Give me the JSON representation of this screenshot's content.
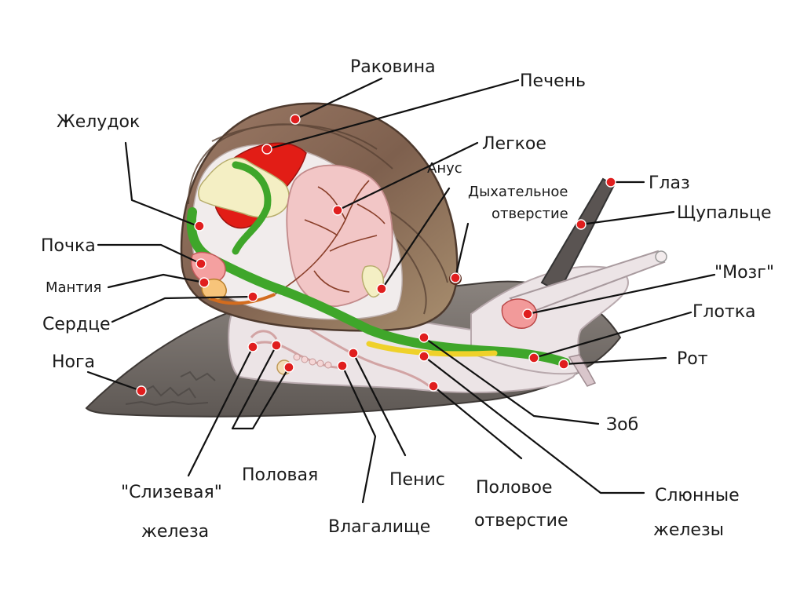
{
  "labels": {
    "shell": "Раковина",
    "liver": "Печень",
    "stomach": "Желудок",
    "lung": "Легкое",
    "anus": "Анус",
    "breathing_pore_1": "Дыхательное",
    "breathing_pore_2": "отверстие",
    "eye": "Глаз",
    "tentacle": "Щупальце",
    "brain": "\"Мозг\"",
    "kidney": "Почка",
    "mantle": "Мантия",
    "heart": "Сердце",
    "pharynx": "Глотка",
    "foot": "Нога",
    "mouth": "Рот",
    "crop": "Зоб",
    "mucus_gland_1": "\"Слизевая\"",
    "mucus_gland_2": "железа",
    "genital": "Половая",
    "penis": "Пенис",
    "genital_pore_1": "Половое",
    "genital_pore_2": "отверстие",
    "vagina": "Влагалище",
    "salivary_1": "Слюнные",
    "salivary_2": "железы"
  },
  "colors": {
    "body": "#ece4e6",
    "foot": "#7a7470",
    "shell": "#8b6d5a",
    "digestive": "#3fa62a",
    "liver": "#e21d16",
    "lung": "#f2c6c6",
    "marker": "#e01e1e"
  }
}
